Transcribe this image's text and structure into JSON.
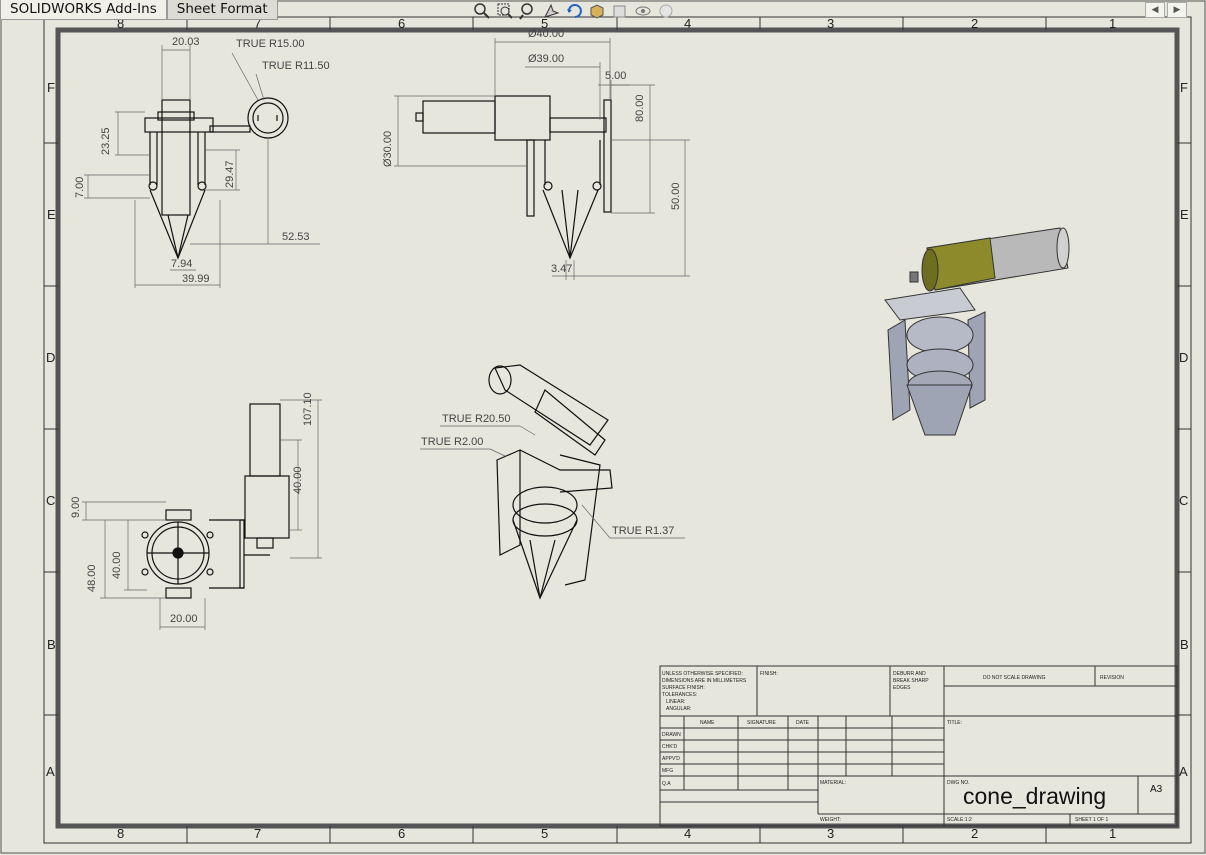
{
  "tabs": [
    {
      "label": "SOLIDWORKS Add-Ins",
      "active": false
    },
    {
      "label": "Sheet Format",
      "active": true
    }
  ],
  "view_toolbar": [
    "zoom-to-fit-icon",
    "zoom-to-area-icon",
    "zoom-in-out-icon",
    "pan-icon",
    "rotate-icon",
    "view-orientation-icon",
    "display-style-icon",
    "hide-show-icon",
    "appearance-icon"
  ],
  "zone_columns": [
    "8",
    "7",
    "6",
    "5",
    "4",
    "3",
    "2",
    "1"
  ],
  "zone_rows": [
    "F",
    "E",
    "D",
    "C",
    "B",
    "A"
  ],
  "views": {
    "front": {
      "dims": [
        "20.03",
        "23.25",
        "29.47",
        "7.00",
        "52.53",
        "7.94",
        "39.99"
      ],
      "notes": [
        "TRUE R15.00",
        "TRUE R11.50"
      ]
    },
    "side": {
      "dims": [
        "Ø40.00",
        "Ø39.00",
        "5.00",
        "Ø30.00",
        "80.00",
        "50.00",
        "3.47"
      ]
    },
    "top": {
      "dims": [
        "107.10",
        "40.00",
        "9.00",
        "48.00",
        "40.00",
        "20.00"
      ]
    },
    "iso": {
      "notes": [
        "TRUE R20.50",
        "TRUE R2.00",
        "TRUE R1.37"
      ]
    }
  },
  "title_block": {
    "tolerance_notes": [
      "UNLESS OTHERWISE SPECIFIED:",
      "DIMENSIONS ARE IN MILLIMETERS",
      "SURFACE FINISH:",
      "TOLERANCES:",
      "LINEAR:",
      "ANGULAR:"
    ],
    "finish_label": "FINISH:",
    "deburr_notes": [
      "DEBURR AND",
      "BREAK SHARP",
      "EDGES"
    ],
    "do_not_scale": "DO NOT SCALE DRAWING",
    "revision_label": "REVISION",
    "col_headers": [
      "NAME",
      "SIGNATURE",
      "DATE"
    ],
    "row_labels": [
      "DRAWN",
      "CHK'D",
      "APPV'D",
      "MFG",
      "Q.A"
    ],
    "title_label": "TITLE:",
    "material_label": "MATERIAL:",
    "dwg_no_label": "DWG NO.",
    "drawing_name": "cone_drawing",
    "sheet_size": "A3",
    "weight_label": "WEIGHT:",
    "scale_label": "SCALE:1:2",
    "sheet_label": "SHEET 1 OF 1"
  },
  "colors": {
    "paper": "#e7e6dc",
    "line": "#111111",
    "motor_gold": "#8c8a2a",
    "motor_grey": "#b9b9b9",
    "cone_blue": "#9fa4b4"
  }
}
